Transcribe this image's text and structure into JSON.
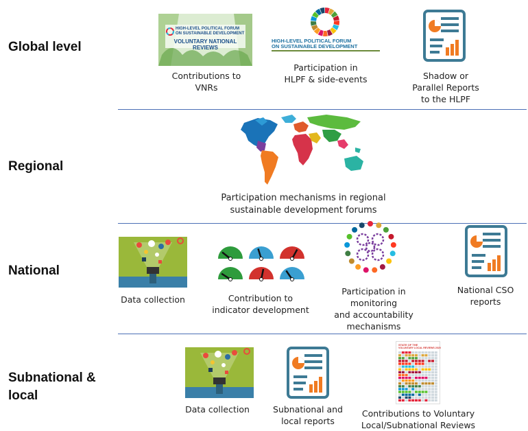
{
  "levels": {
    "global": "Global level",
    "regional": "Regional",
    "national": "National",
    "subnational": "Subnational & local"
  },
  "global": {
    "vnr_banner": {
      "line1": "HIGH-LEVEL POLITICAL FORUM",
      "line2": "ON SUSTAINABLE DEVELOPMENT",
      "line3": "VOLUNTARY NATIONAL REVIEWS"
    },
    "hlpf_logo": {
      "line1": "HIGH-LEVEL POLITICAL FORUM",
      "line2": "ON SUSTAINABLE DEVELOPMENT"
    },
    "captions": {
      "vnr": [
        "Contributions to",
        "VNRs"
      ],
      "hlpf": [
        "Participation in",
        "HLPF & side-events"
      ],
      "shadow": [
        "Shadow or",
        "Parallel Reports",
        "to the HLPF"
      ]
    }
  },
  "regional": {
    "caption": [
      "Participation mechanisms in regional",
      "sustainable development forums"
    ]
  },
  "national": {
    "captions": {
      "data": [
        "Data collection"
      ],
      "indicator": [
        "Contribution to",
        "indicator development"
      ],
      "monitoring": [
        "Participation in monitoring",
        "and accountability",
        "mechanisms"
      ],
      "cso": [
        "National CSO",
        "reports"
      ]
    }
  },
  "subnational": {
    "vlr_cover": {
      "line1": "STATE OF THE",
      "line2": "VOLUNTARY LOCAL REVIEWS 2020"
    },
    "captions": {
      "data": [
        "Data collection"
      ],
      "reports": [
        "Subnational and",
        "local reports"
      ],
      "vlr": [
        "Contributions to Voluntary",
        "Local/Subnational Reviews"
      ]
    }
  },
  "colors": {
    "separator": "#4a6fb5",
    "report_border": "#3d7a94",
    "report_orange": "#f07b22",
    "gauge_green": "#2e9b3c",
    "gauge_blue": "#3a9fd1",
    "gauge_red": "#d2322d"
  }
}
